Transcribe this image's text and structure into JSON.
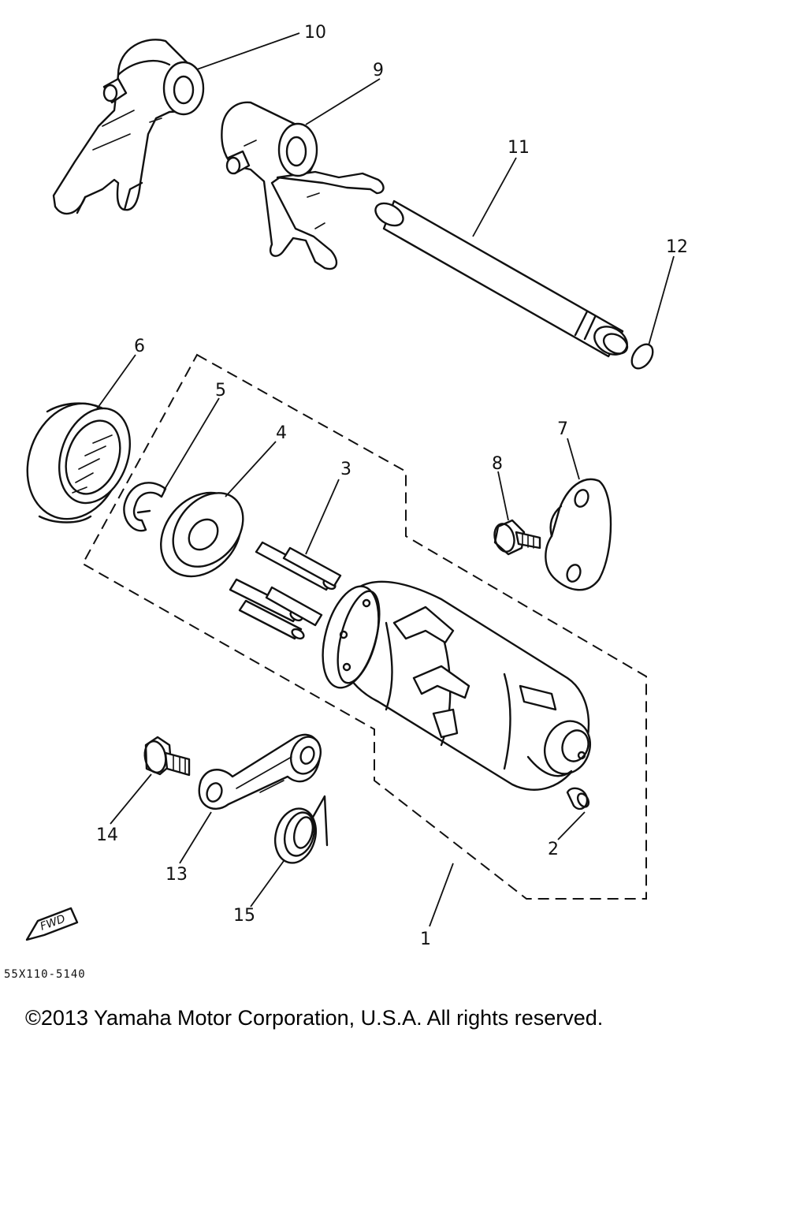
{
  "callouts": [
    {
      "id": "1",
      "label": "1"
    },
    {
      "id": "2",
      "label": "2"
    },
    {
      "id": "3",
      "label": "3"
    },
    {
      "id": "4",
      "label": "4"
    },
    {
      "id": "5",
      "label": "5"
    },
    {
      "id": "6",
      "label": "6"
    },
    {
      "id": "7",
      "label": "7"
    },
    {
      "id": "8",
      "label": "8"
    },
    {
      "id": "9",
      "label": "9"
    },
    {
      "id": "10",
      "label": "10"
    },
    {
      "id": "11",
      "label": "11"
    },
    {
      "id": "12",
      "label": "12"
    },
    {
      "id": "13",
      "label": "13"
    },
    {
      "id": "14",
      "label": "14"
    },
    {
      "id": "15",
      "label": "15"
    }
  ],
  "direction_marker": "FWD",
  "diagram_code": "55X110-5140",
  "copyright": "©2013 Yamaha Motor Corporation, U.S.A. All rights reserved."
}
